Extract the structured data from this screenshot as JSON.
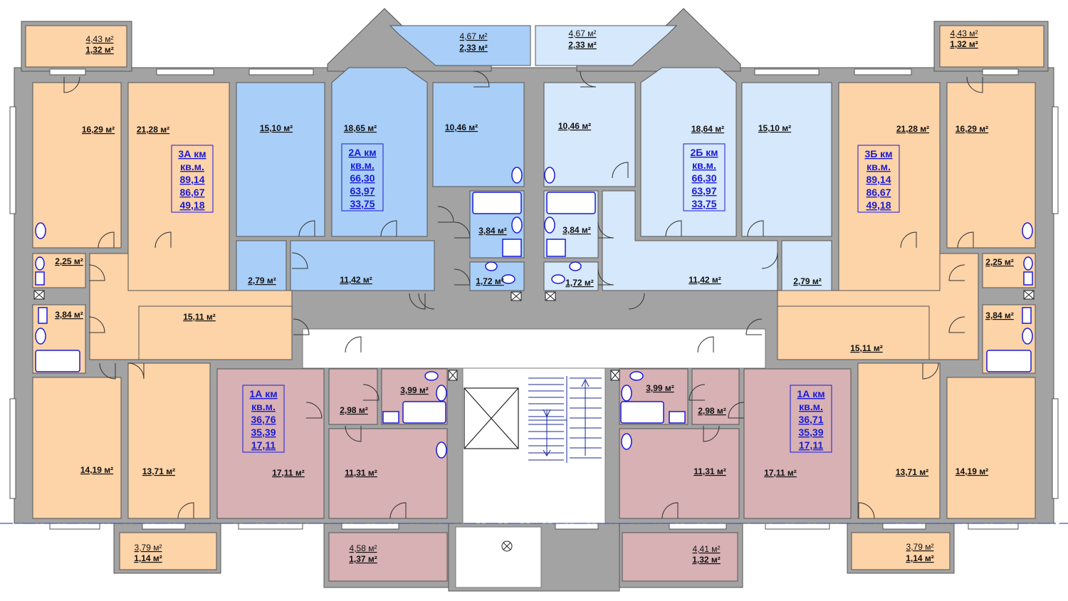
{
  "colors": {
    "orange": "#fdd3a8",
    "blue_dark": "#a9cff8",
    "blue_light": "#d6e8fb",
    "mauve": "#d7b1b4",
    "wall": "#a3a3a3",
    "apt_text": "#1a1ad6",
    "axis": "#3a55c8"
  },
  "icons": [
    "toilet-icon",
    "sink-icon",
    "bathtub-icon",
    "shower-tray-icon",
    "ventilation-shaft-icon",
    "stairs-icon",
    "elevator-shaft-icon",
    "ventilation-marker-icon",
    "door-swing-icon",
    "window-icon"
  ],
  "apartments": {
    "a3": [
      "3А км",
      "кв.м.",
      "89,14",
      "86,67",
      "49,18"
    ],
    "a2": [
      "2А км",
      "кв.м.",
      "66,30",
      "63,97",
      "33,75"
    ],
    "b2": [
      "2Б км",
      "кв.м.",
      "66,30",
      "63,97",
      "33,75"
    ],
    "b3": [
      "3Б км",
      "кв.м.",
      "89,14",
      "86,67",
      "49,18"
    ],
    "a1l": [
      "1А км",
      "кв.м.",
      "36,76",
      "35,39",
      "17,11"
    ],
    "a1r": [
      "1А км",
      "кв.м.",
      "36,71",
      "35,39",
      "17,11"
    ]
  },
  "rooms": {
    "b1": "4,43 м²",
    "b1b": "1,32 м²",
    "b2": "4,67 м²",
    "b2b": "2,33 м²",
    "b3": "4,67 м²",
    "b3b": "2,33 м²",
    "b4": "4,43 м²",
    "b4b": "1,32 м²",
    "r1": "16,29 м²",
    "r2": "21,28 м²",
    "r3": "15,10 м²",
    "r4": "18,65 м²",
    "r5": "10,46 м²",
    "r6": "10,46 м²",
    "r7": "18,64 м²",
    "r8": "15,10 м²",
    "r9": "21,28 м²",
    "r10": "16,29 м²",
    "s1": "2,25 м²",
    "s2": "3,84 м²",
    "s3": "15,11 м²",
    "s4": "2,79 м²",
    "s5": "11,42 м²",
    "s6": "3,84 м²",
    "s7": "1,72 м²",
    "s8": "3,84 м²",
    "s9": "1,72 м²",
    "s10": "11,42 м²",
    "s11": "2,79 м²",
    "s12": "2,25 м²",
    "s13": "3,84 м²",
    "s14": "15,11 м²",
    "c1": "3,99 м²",
    "c2": "2,98 м²",
    "c3": "3,99 м²",
    "c4": "2,98 м²",
    "l1": "14,19 м²",
    "l2": "13,71 м²",
    "l3": "17,11 м²",
    "l4": "11,31 м²",
    "l5": "11,31 м²",
    "l6": "17,11 м²",
    "l7": "13,71 м²",
    "l8": "14,19 м²",
    "lb1": "3,79 м²",
    "lb1b": "1,14 м²",
    "lb2": "4,58 м²",
    "lb2b": "1,37 м²",
    "lb3": "4,41 м²",
    "lb3b": "1,32 м²",
    "lb4": "3,79 м²",
    "lb4b": "1,14 м²"
  }
}
